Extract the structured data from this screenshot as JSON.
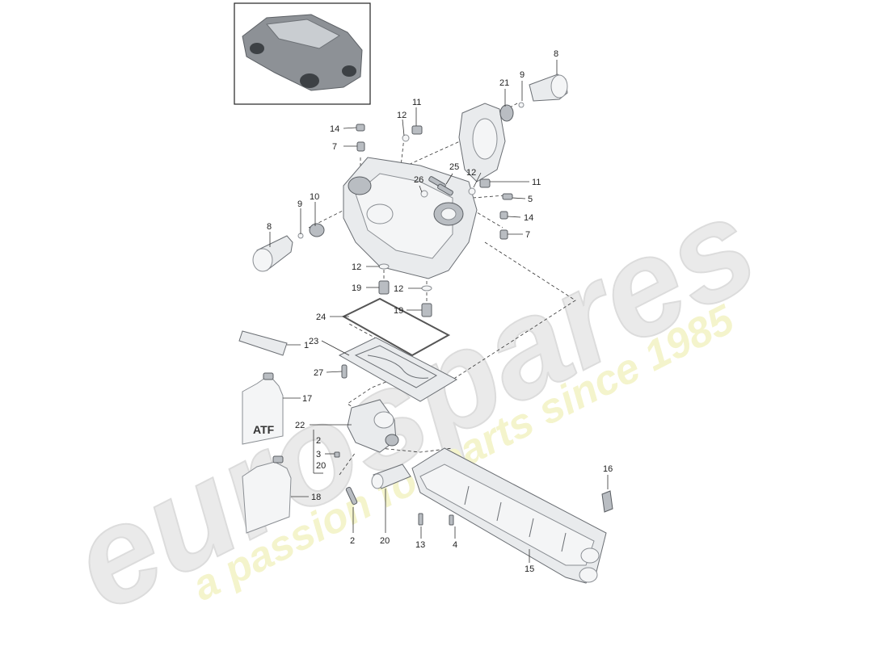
{
  "watermark": {
    "brand": "eurospares",
    "tagline": "a passion for parts since 1985"
  },
  "bottle_label": "ATF",
  "callouts": {
    "c1": "1",
    "c2a": "2",
    "c2b": "2",
    "c3": "3",
    "c4": "4",
    "c5": "5",
    "c7a": "7",
    "c7b": "7",
    "c8a": "8",
    "c8b": "8",
    "c9a": "9",
    "c9b": "9",
    "c10": "10",
    "c11a": "11",
    "c11b": "11",
    "c12a": "12",
    "c12b": "12",
    "c12c": "12",
    "c12d": "12",
    "c13": "13",
    "c14a": "14",
    "c14b": "14",
    "c15": "15",
    "c16": "16",
    "c17": "17",
    "c18": "18",
    "c19a": "19",
    "c19b": "19",
    "c20a": "20",
    "c20b": "20",
    "c21": "21",
    "c22": "22",
    "c23": "23",
    "c24": "24",
    "c25": "25",
    "c26": "26",
    "c27": "27"
  },
  "colors": {
    "watermark_grey": "#e6e6e6",
    "watermark_yellow": "#f3f3c4",
    "line": "#333333",
    "part_fill": "#e9ebed",
    "part_stroke": "#6a6e73"
  }
}
